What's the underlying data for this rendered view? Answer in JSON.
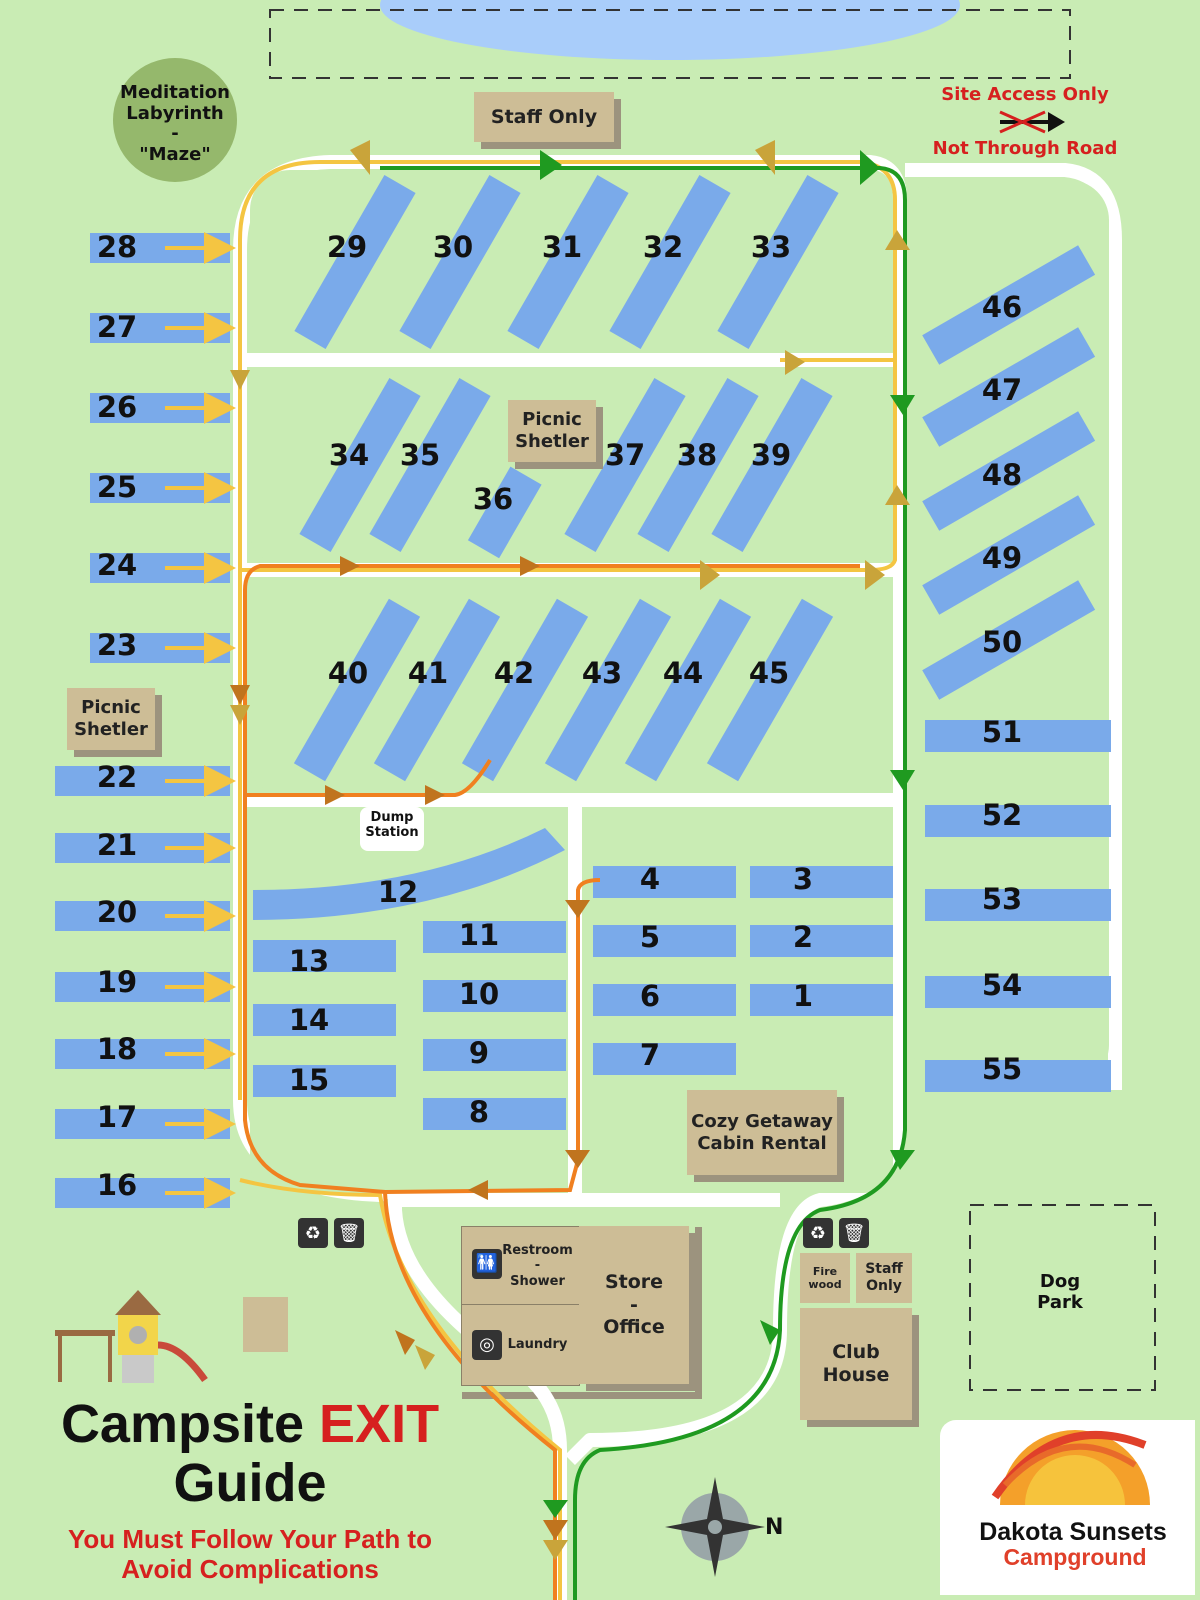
{
  "title": {
    "line1": "Campsite ",
    "exit": "EXIT",
    "line2": "Guide",
    "subtitle_1": "You Must Follow Your Path to",
    "subtitle_2": "Avoid Complications"
  },
  "legend": {
    "top": "Site Access Only",
    "bottom": "Not Through Road"
  },
  "labels": {
    "labyrinth": [
      "Meditation",
      "Labyrinth",
      "-",
      "\"Maze\""
    ],
    "staff_only_top": "Staff Only",
    "picnic_center": [
      "Picnic",
      "Shetler"
    ],
    "picnic_left": [
      "Picnic",
      "Shetler"
    ],
    "dump_station": [
      "Dump",
      "Station"
    ],
    "cabin": [
      "Cozy Getaway",
      "Cabin Rental"
    ],
    "restroom": [
      "Restroom",
      "-",
      "Shower"
    ],
    "laundry": "Laundry",
    "store": [
      "Store",
      "-",
      "Office"
    ],
    "firewood": [
      "Fire",
      "wood"
    ],
    "staff_only_bottom": [
      "Staff",
      "Only"
    ],
    "club_house": [
      "Club",
      "House"
    ],
    "dog_park": [
      "Dog",
      "Park"
    ],
    "north": "N"
  },
  "brand": {
    "name": "Dakota Sunsets",
    "sub": "Campground"
  },
  "colors": {
    "grass": "#c9ecb4",
    "site": "#7aaaea",
    "road": "#ffffff",
    "bldg": "#cdbd96",
    "yellow": "#f4c542",
    "orange": "#f08020",
    "green": "#1f9a20",
    "red": "#d6201f",
    "water": "#a9cdfa"
  },
  "sites": {
    "left_column": [
      "28",
      "27",
      "26",
      "25",
      "24",
      "23",
      "22",
      "21",
      "20",
      "19",
      "18",
      "17",
      "16"
    ],
    "row_top": [
      "29",
      "30",
      "31",
      "32",
      "33"
    ],
    "row_mid": [
      "34",
      "35",
      "36",
      "37",
      "38",
      "39"
    ],
    "row_low": [
      "40",
      "41",
      "42",
      "43",
      "44",
      "45"
    ],
    "right_column": [
      "46",
      "47",
      "48",
      "49",
      "50",
      "51",
      "52",
      "53",
      "54",
      "55"
    ],
    "inner_left": [
      "12",
      "13",
      "14",
      "15"
    ],
    "inner_mid_left": [
      "11",
      "10",
      "9",
      "8"
    ],
    "inner_mid_right": [
      "4",
      "5",
      "6",
      "7"
    ],
    "inner_right": [
      "3",
      "2",
      "1"
    ]
  }
}
